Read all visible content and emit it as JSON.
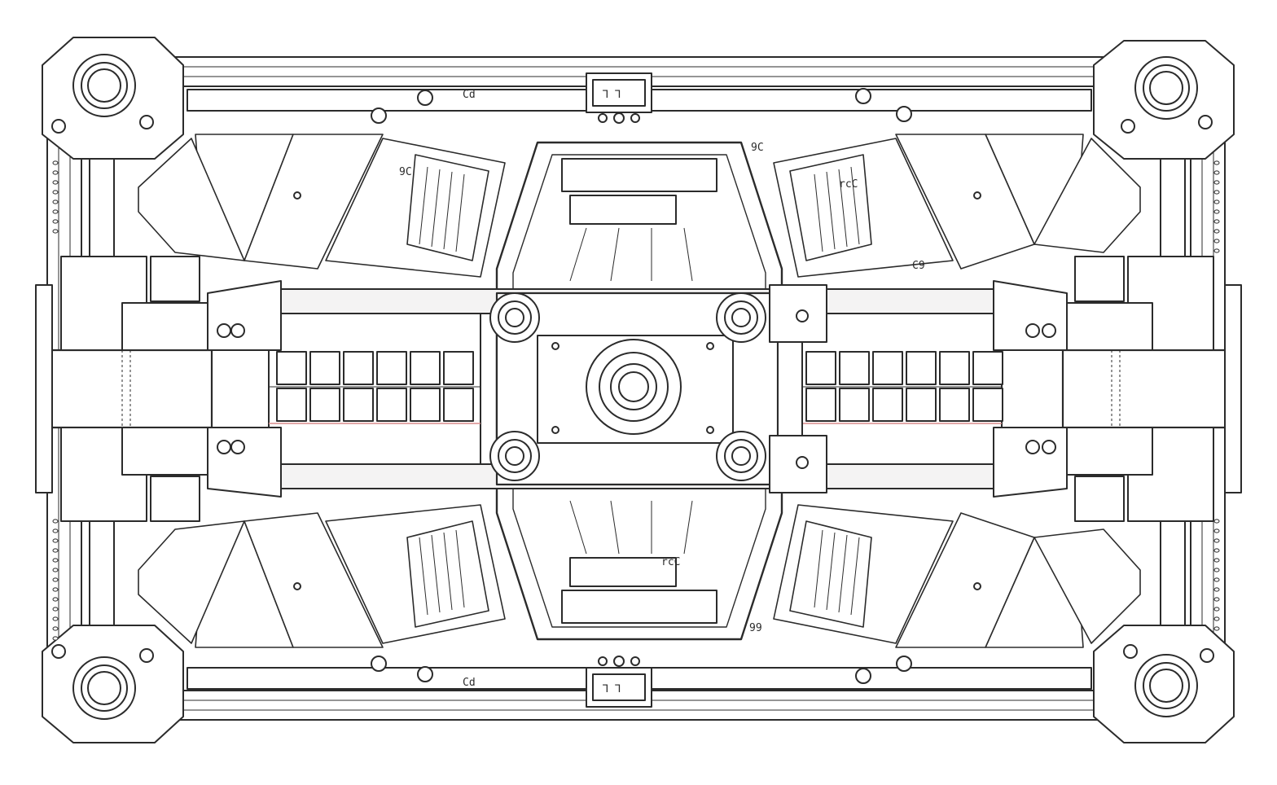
{
  "drawing": {
    "style": "technical line art",
    "colors": {
      "line": "#2b2b2b",
      "fill": "#ffffff",
      "shade": "#e8e6e6",
      "accent": "#d98c8c"
    },
    "labels": {
      "top_plate_marks": "Ꞁ Ꞁ",
      "bottom_plate_marks": "Ꞁ Ꞁ",
      "side_codes": [
        "rcC",
        "9C",
        "Cd",
        "C9",
        "99",
        "Cd",
        "9C",
        "rcC"
      ]
    }
  }
}
